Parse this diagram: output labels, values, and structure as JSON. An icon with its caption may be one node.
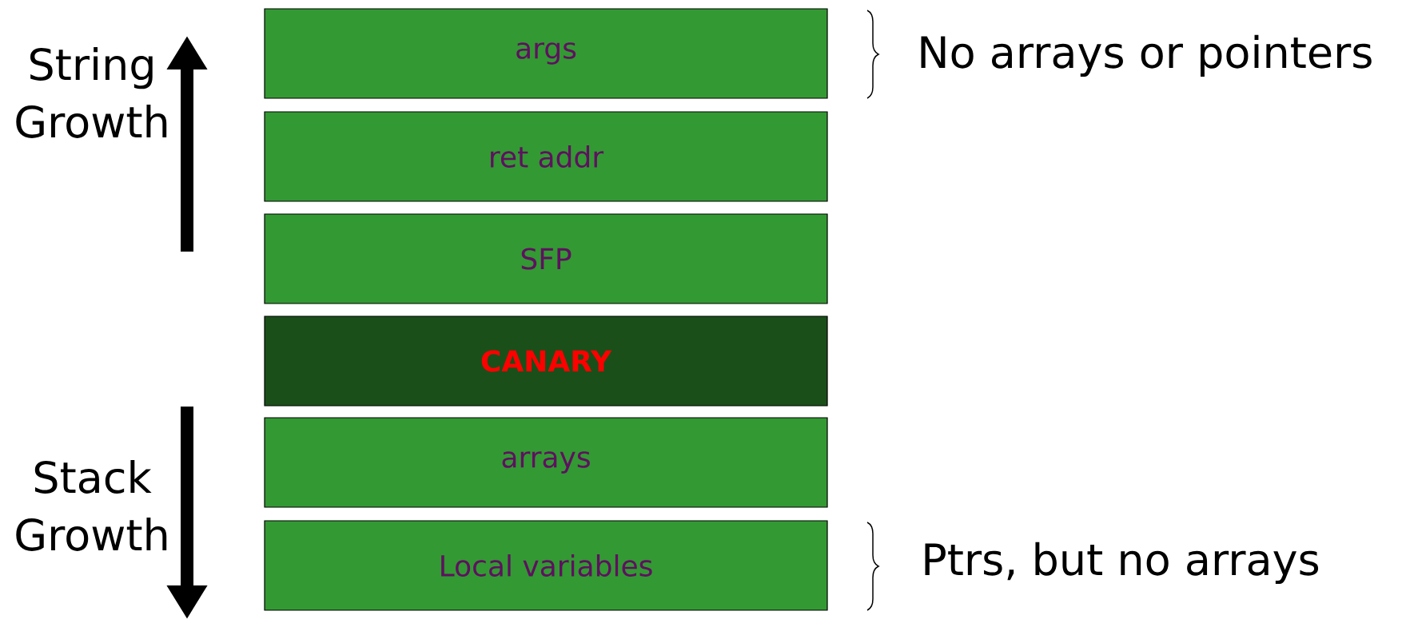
{
  "diagram": {
    "nodes": [
      {
        "text": [
          "args"
        ]
      },
      {
        "text": [
          "ret addr"
        ]
      },
      {
        "text": [
          "SFP"
        ]
      },
      {
        "text": [
          "CANARY"
        ]
      },
      {
        "text": [
          "arrays"
        ]
      },
      {
        "text": [
          "Local variables"
        ]
      }
    ],
    "labels": [
      "String Growth",
      "No arrays or pointers",
      "Stack Growth",
      "Ptrs, but no arrays"
    ]
  }
}
